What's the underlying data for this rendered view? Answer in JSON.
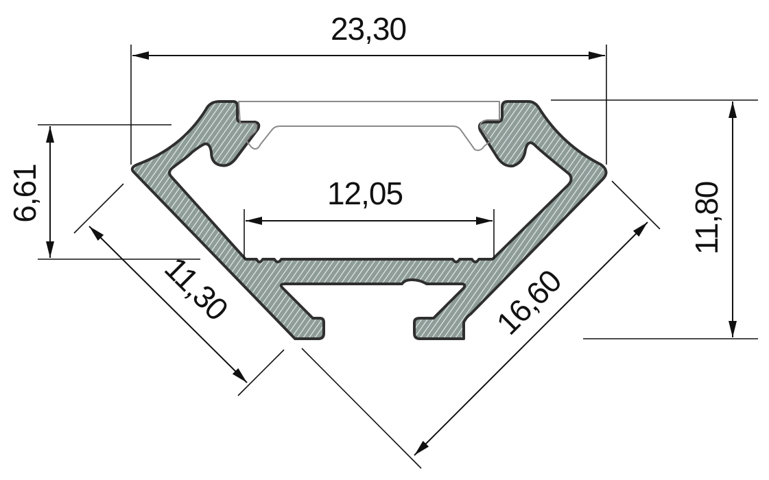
{
  "drawing": {
    "subject": "aluminium corner LED profile cross-section with diffuser",
    "units": "mm",
    "colors": {
      "profile_fill": "#8f9d99",
      "hatch": "#e8f0ee",
      "outline": "#2f2f2f",
      "diffuser": "#8a8a8a",
      "dimension": "#111111",
      "background": "#ffffff"
    },
    "dimensions": {
      "overall_width": "23,30",
      "inner_channel_width": "12,05",
      "left_height": "6,61",
      "overall_height": "11,80",
      "left_face_length": "11,30",
      "right_face_length": "16,60"
    }
  }
}
